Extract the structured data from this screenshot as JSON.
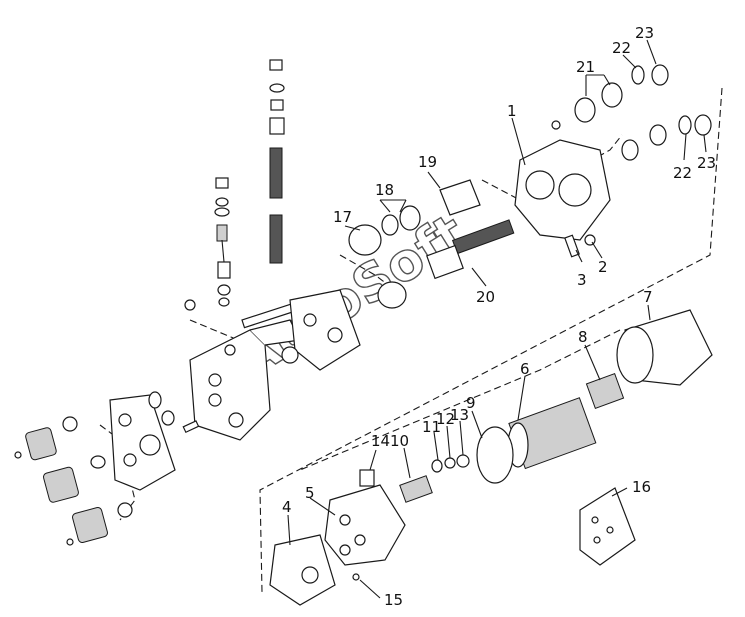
{
  "watermark": "AutoSoft",
  "labels": {
    "p1": "1",
    "p2": "2",
    "p3": "3",
    "p4": "4",
    "p5": "5",
    "p6": "6",
    "p7": "7",
    "p8": "8",
    "p9": "9",
    "p10": "10",
    "p11": "11",
    "p12": "12",
    "p13": "13",
    "p14": "14",
    "p15": "15",
    "p16": "16",
    "p17": "17",
    "p18": "18",
    "p19": "19",
    "p20": "20",
    "p21": "21",
    "p22a": "22",
    "p22b": "22",
    "p23a": "23",
    "p23b": "23"
  }
}
